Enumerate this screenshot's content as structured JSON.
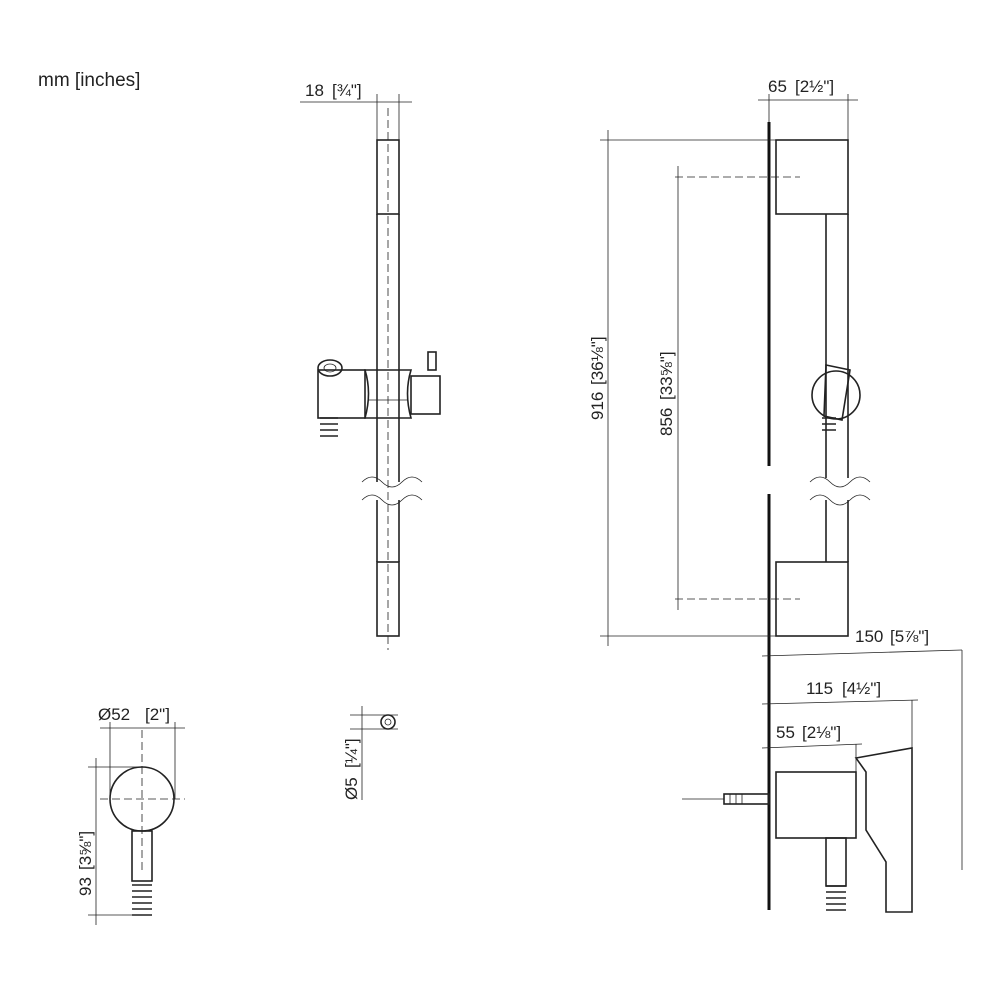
{
  "units_label": "mm [inches]",
  "dimensions": {
    "rail_width": {
      "mm": "18",
      "in": "[¾\"]"
    },
    "wall_depth": {
      "mm": "65",
      "in": "[2½\"]"
    },
    "overall_height": {
      "mm": "916",
      "in": "[36⅛\"]"
    },
    "bracket_spacing": {
      "mm": "856",
      "in": "[33⅝\"]"
    },
    "elbow_projection": {
      "mm": "150",
      "in": "[5⅞\"]"
    },
    "handle_projection": {
      "mm": "115",
      "in": "[4½\"]"
    },
    "body_projection": {
      "mm": "55",
      "in": "[2⅛\"]"
    },
    "rosette_diameter": {
      "mm": "Ø52",
      "in": "[2\"]"
    },
    "rosette_height": {
      "mm": "93",
      "in": "[3⅝\"]"
    },
    "pin_diameter": {
      "mm": "Ø5",
      "in": "[¼\"]"
    }
  }
}
